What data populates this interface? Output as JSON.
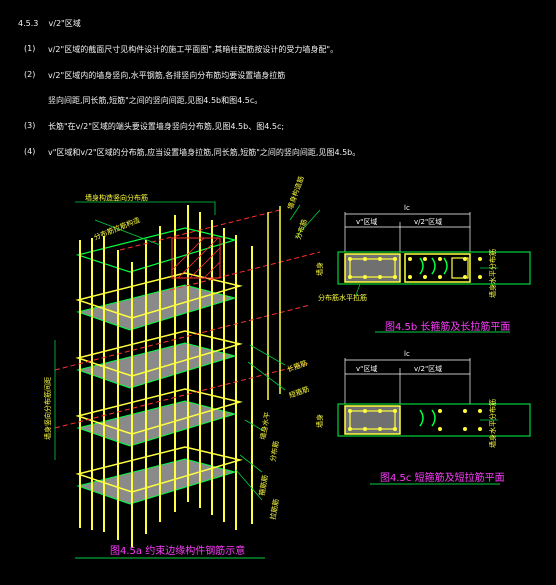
{
  "section": {
    "number": "4.5.3",
    "title": "v/2\"区域",
    "items": [
      {
        "num": "(1)",
        "text": "v/2\"区域的截面尺寸见构件设计的施工平面图\",其暗柱配筋按设计的受力墙身配\"。"
      },
      {
        "num": "(2)",
        "text": "v/2\"区域内的墙身竖向,水平钢筋,各排竖向分布筋均要设置墙身拉筋"
      },
      {
        "num": "",
        "text": "竖向间距,同长筋,短筋\"之间的竖向间距,见图4.5b和图4.5c。"
      },
      {
        "num": "(3)",
        "text": "长筋\"在v/2\"区域的端头要设置墙身竖向分布筋,见图4.5b、图4.5c;"
      },
      {
        "num": "(4)",
        "text": "v\"区域和v/2\"区域的分布筋,应当设置墙身拉筋,同长筋,短筋\"之间的竖向间距,见图4.5b。"
      }
    ]
  },
  "fig_a": {
    "caption": "图4.5a 约束边缘构件钢筋示意",
    "labels": {
      "top_vertical": "墙身构造竖向分布筋",
      "top_left": "分布筋拉筋构造",
      "right_top": "墙身构造筋",
      "right_sub": "分布筋",
      "left_side": "墙身竖向分布筋间距",
      "long_bar": "长箍筋",
      "short_bar": "短箍筋",
      "wall_horizontal": "墙身水平",
      "dist_bar": "分布筋",
      "stirrup": "箍筋筋",
      "tie": "拉筋筋"
    }
  },
  "fig_b": {
    "caption": "图4.5b 长箍筋及长拉筋平面",
    "dim_top": "lc",
    "zone1": "v\"区域",
    "zone2": "v/2\"区域",
    "left_label": "墙身",
    "right_label": "墙身水平分布筋",
    "bottom_label": "分布筋水平拉筋"
  },
  "fig_c": {
    "caption": "图4.5c 短箍筋及短拉筋平面",
    "dim_top": "lc",
    "zone1": "v\"区域",
    "zone2": "v/2\"区域",
    "left_label": "墙身",
    "right_label": "墙身水平分布筋"
  },
  "colors": {
    "background": "#000000",
    "rebar": "#ffff40",
    "outline": "#00ff40",
    "slab": "#8a8a8a",
    "red": "#ff3030",
    "caption": "#ff3cff",
    "leader": "#00d040"
  }
}
